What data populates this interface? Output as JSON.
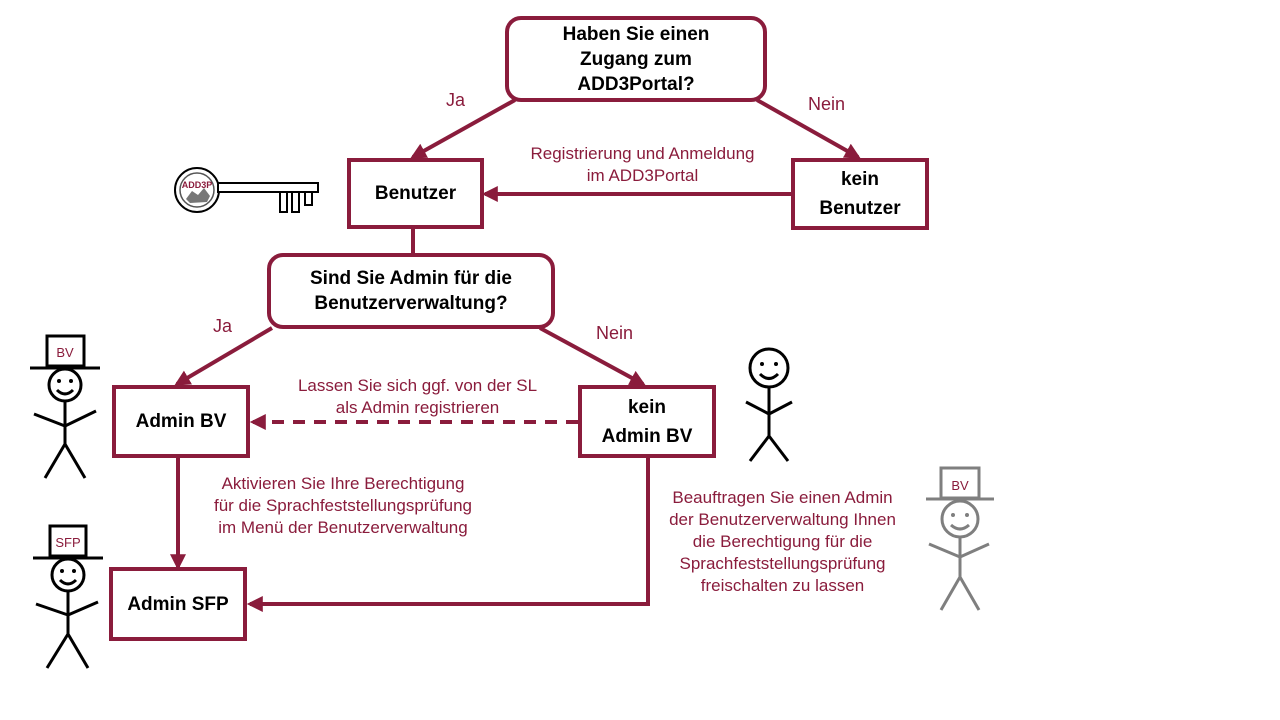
{
  "colors": {
    "accent": "#8a1c3c",
    "figure_gray": "#7f7f7f",
    "figure_black": "#000000"
  },
  "nodes": {
    "q_access": [
      "Haben Sie einen",
      "Zugang zum",
      "ADD3Portal?"
    ],
    "benutzer": [
      "Benutzer"
    ],
    "kein_benutzer": [
      "kein",
      "Benutzer"
    ],
    "q_admin": [
      "Sind Sie Admin für die",
      "Benutzerverwaltung?"
    ],
    "admin_bv": [
      "Admin BV"
    ],
    "kein_admin_bv": [
      "kein",
      "Admin BV"
    ],
    "admin_sfp": [
      "Admin SFP"
    ]
  },
  "edges": {
    "ja_1": "Ja",
    "nein_1": "Nein",
    "ja_2": "Ja",
    "nein_2": "Nein",
    "registration": [
      "Registrierung und Anmeldung",
      "im ADD3Portal"
    ],
    "register_admin": [
      "Lassen Sie sich ggf. von der SL",
      "als Admin registrieren"
    ],
    "activate": [
      "Aktivieren Sie Ihre Berechtigung",
      "für die Sprachfeststellungsprüfung",
      "im Menü der Benutzerverwaltung"
    ],
    "commission": [
      "Beauftragen Sie einen Admin",
      "der Benutzerverwaltung Ihnen",
      "die Berechtigung für die",
      "Sprachfeststellungsprüfung",
      "freischalten zu lassen"
    ]
  },
  "figures": {
    "bv_left_hat": "BV",
    "sfp_hat": "SFP",
    "bv_right_hat": "BV",
    "key_label": "ADD3P"
  }
}
